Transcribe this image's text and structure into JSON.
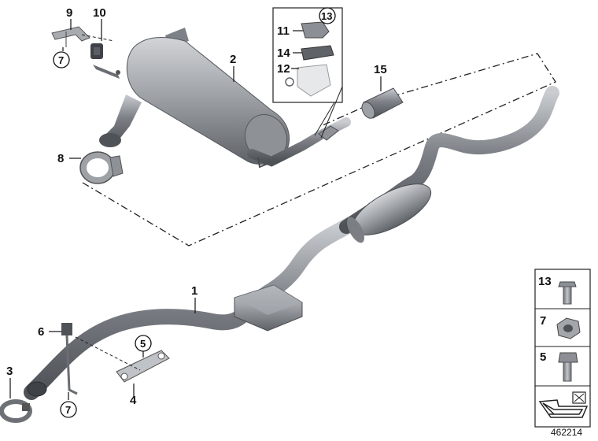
{
  "callouts": {
    "c1": "1",
    "c2": "2",
    "c3": "3",
    "c4": "4",
    "c5": "5",
    "c6": "6",
    "c7a": "7",
    "c7b": "7",
    "c8": "8",
    "c9": "9",
    "c10": "10",
    "c11": "11",
    "c12": "12",
    "c13": "13",
    "c14": "14",
    "c15": "15"
  },
  "legend": {
    "row1": "13",
    "row2": "7",
    "row3": "5"
  },
  "diagram_id": "462214",
  "colors": {
    "pipe_dark": "#5d6166",
    "pipe_mid": "#8c9096",
    "pipe_light": "#c3c6ca",
    "line": "#222222"
  }
}
